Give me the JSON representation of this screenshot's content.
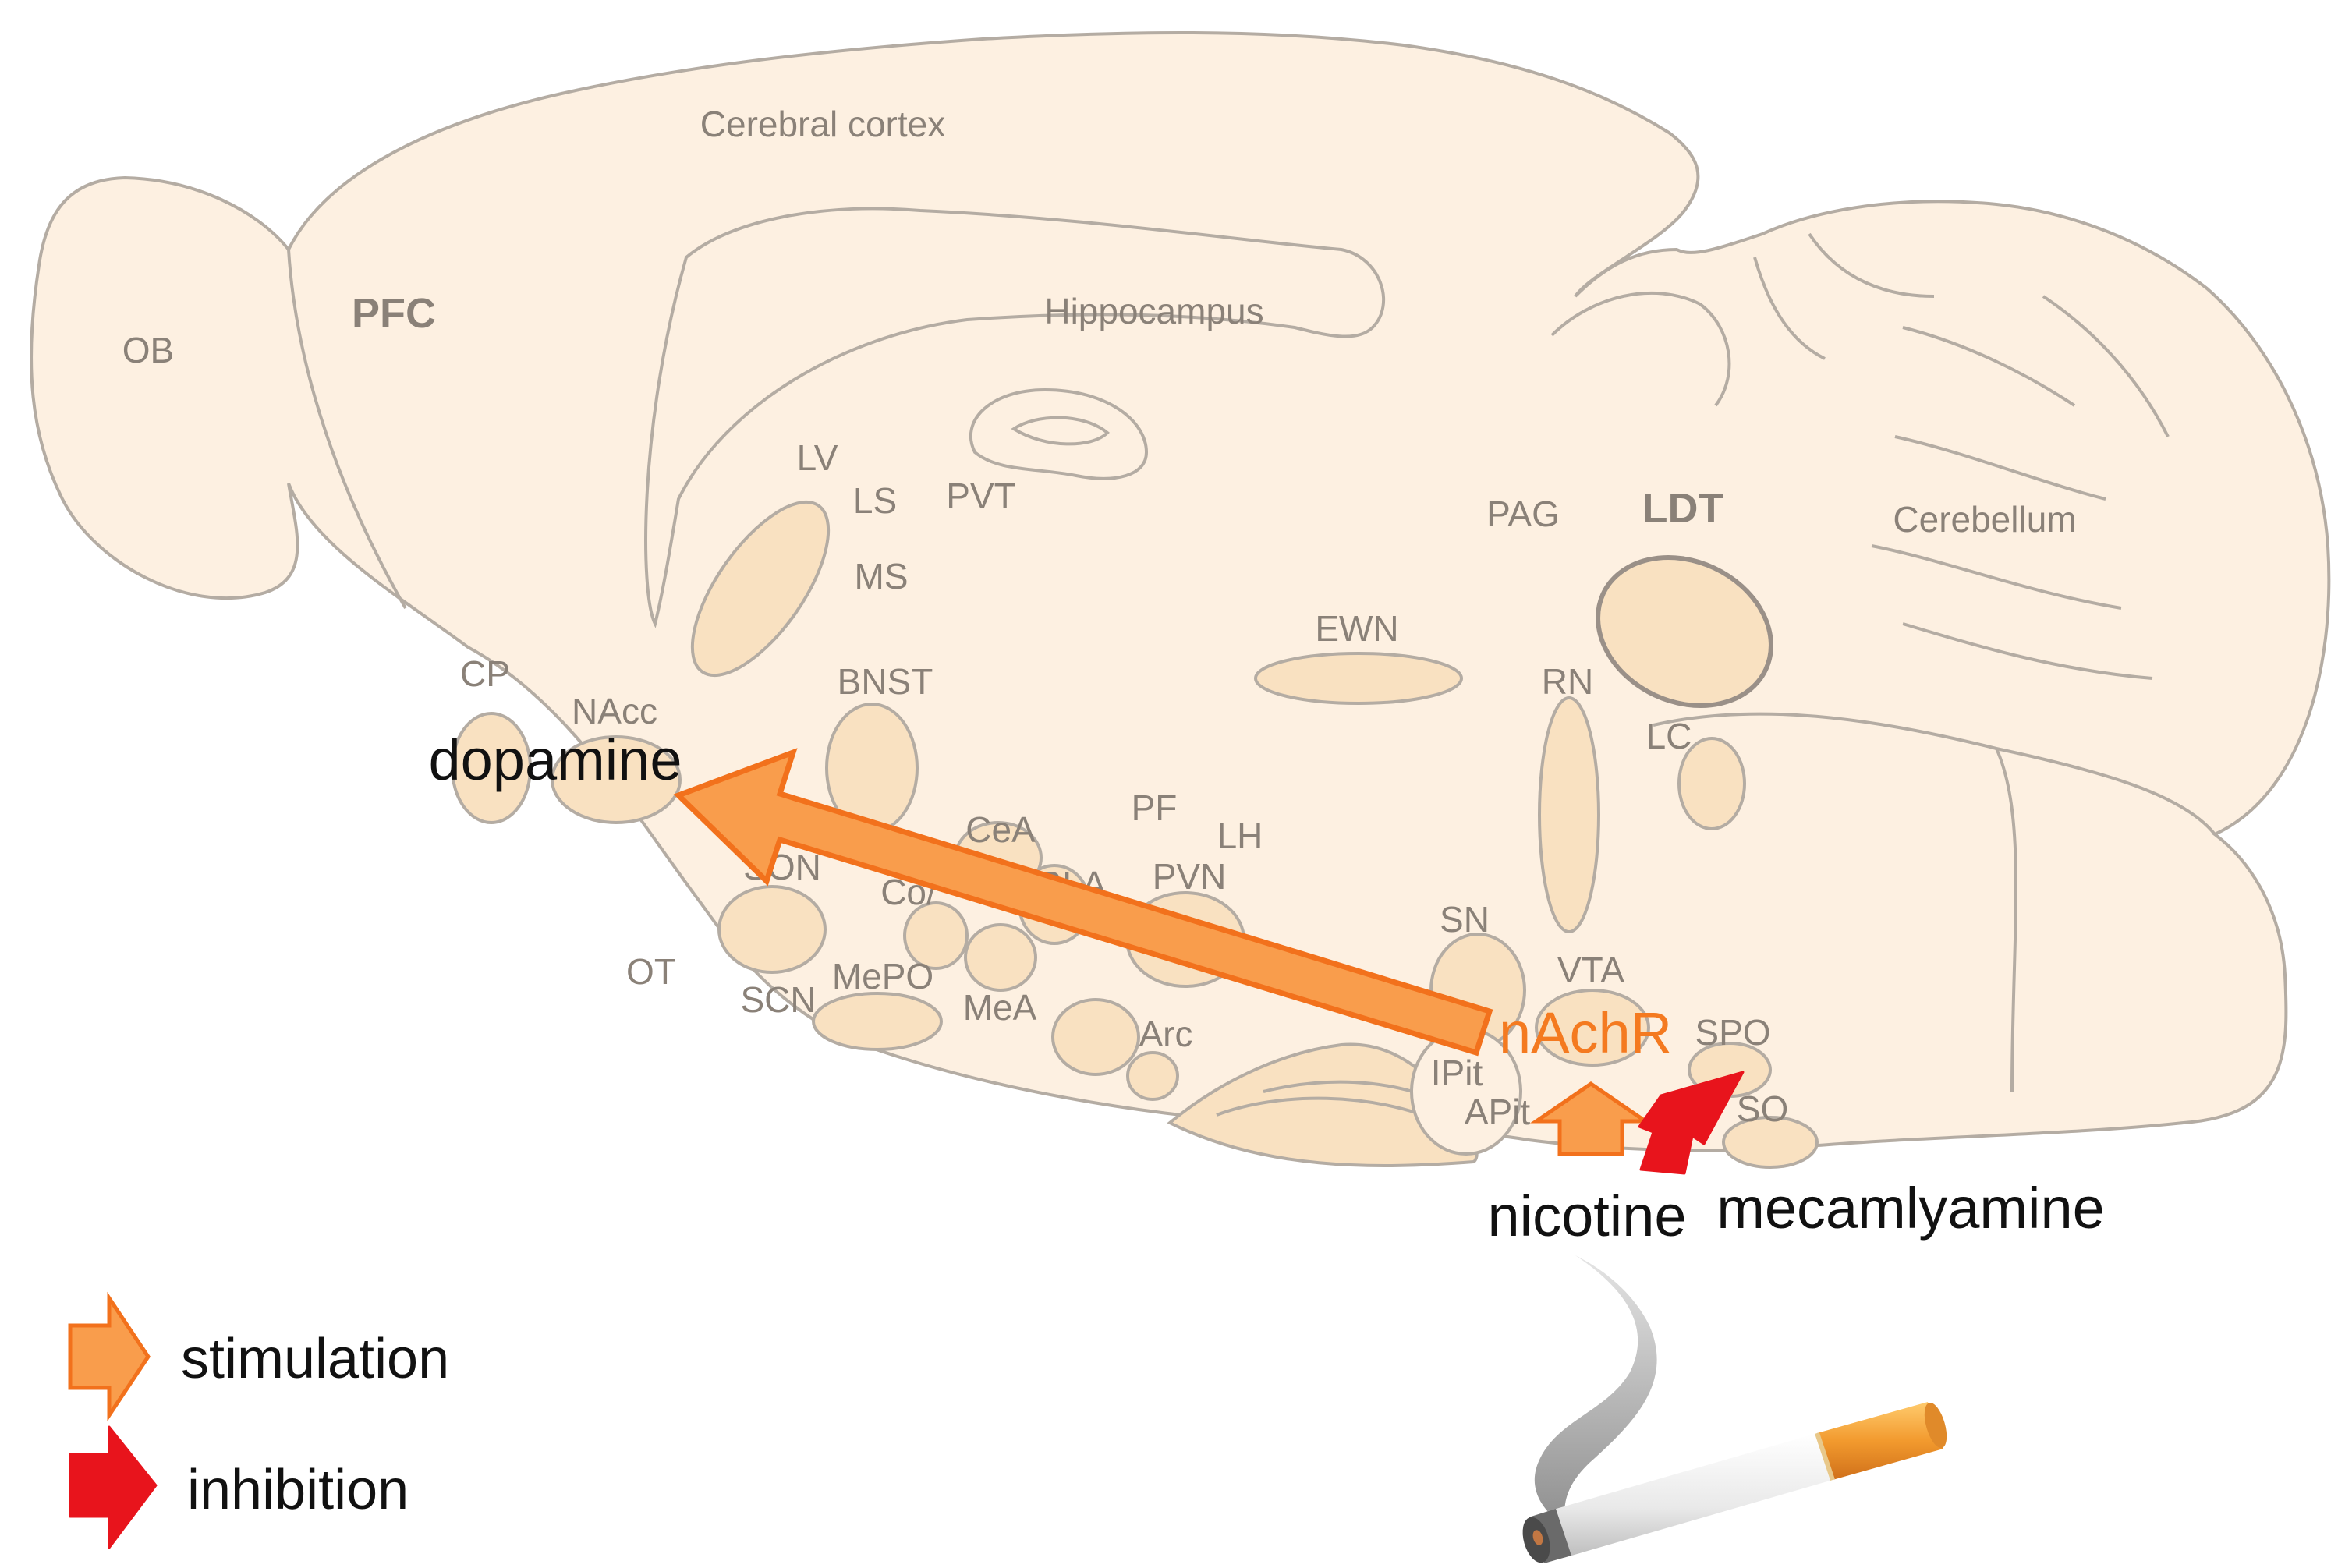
{
  "colors": {
    "tissue": "#fdf0e1",
    "nucleus": "#f9e1c1",
    "outline": "#b4aca3",
    "label_gray": "#8a8178",
    "stimulation": "#f99d4c",
    "stimulation_edge": "#f2711c",
    "inhibition": "#e8141c",
    "receptor_text": "#f47a20"
  },
  "regions": {
    "cerebral_cortex": "Cerebral cortex",
    "pfc": "PFC",
    "ob": "OB",
    "hippocampus": "Hippocampus",
    "lv": "LV",
    "ls": "LS",
    "pvt": "PVT",
    "ms": "MS",
    "pag": "PAG",
    "ldt": "LDT",
    "cerebellum": "Cerebellum",
    "ewn": "EWN",
    "rn": "RN",
    "lc": "LC",
    "cp": "CP",
    "nacc": "NAcc",
    "bnst": "BNST",
    "cea": "CeA",
    "pf": "PF",
    "lh": "LH",
    "son": "SON",
    "cox": "Co/",
    "bla": "BLA",
    "pvn": "PVN",
    "sn": "SN",
    "vta": "VTA",
    "ot": "OT",
    "scn": "SCN",
    "mepo": "MePO",
    "mea": "MeA",
    "arc": "Arc",
    "ipit": "IPit",
    "apit": "APit",
    "spo": "SPO",
    "so": "SO"
  },
  "labels": {
    "dopamine": "dopamine",
    "nachr": "nAchR",
    "nicotine": "nicotine",
    "mecamlyamine": "mecamlyamine"
  },
  "legend": {
    "stimulation": "stimulation",
    "inhibition": "inhibition"
  },
  "icons": {
    "cigarette": "cigarette-icon",
    "smoke": "smoke-icon"
  }
}
